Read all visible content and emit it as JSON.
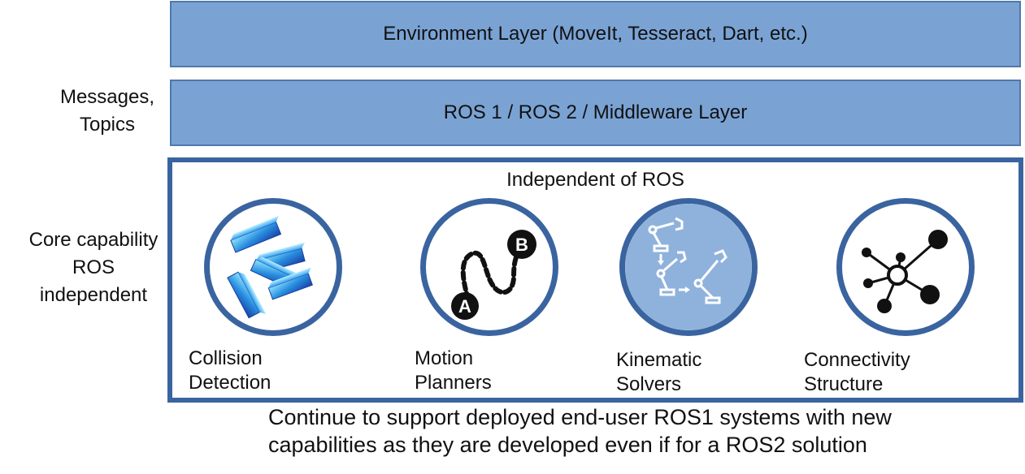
{
  "layers": {
    "environment": "Environment Layer (MoveIt, Tesseract, Dart, etc.)",
    "middleware": "ROS 1 / ROS 2 / Middleware Layer"
  },
  "side_labels": {
    "messages": [
      "Messages,",
      "Topics"
    ],
    "core": [
      "Core capability",
      "ROS",
      "independent"
    ]
  },
  "core_box": {
    "title": "Independent of ROS",
    "capabilities": [
      {
        "icon": "collision-cubes-icon",
        "label": [
          "Collision",
          "Detection"
        ]
      },
      {
        "icon": "path-a-to-b-icon",
        "label": [
          "Motion",
          "Planners"
        ],
        "markers": [
          "A",
          "B"
        ]
      },
      {
        "icon": "robot-arm-icon",
        "label": [
          "Kinematic",
          "Solvers"
        ]
      },
      {
        "icon": "network-graph-icon",
        "label": [
          "Connectivity",
          "Structure"
        ]
      }
    ]
  },
  "footer": [
    "Continue to support deployed end-user ROS1 systems with new",
    "capabilities as they are developed even if for a ROS2 solution"
  ],
  "colors": {
    "layer_fill": "#7aa3d4",
    "layer_border": "#4f78ad",
    "core_border": "#3a64a0",
    "kinematic_fill": "#8fb2dc"
  }
}
